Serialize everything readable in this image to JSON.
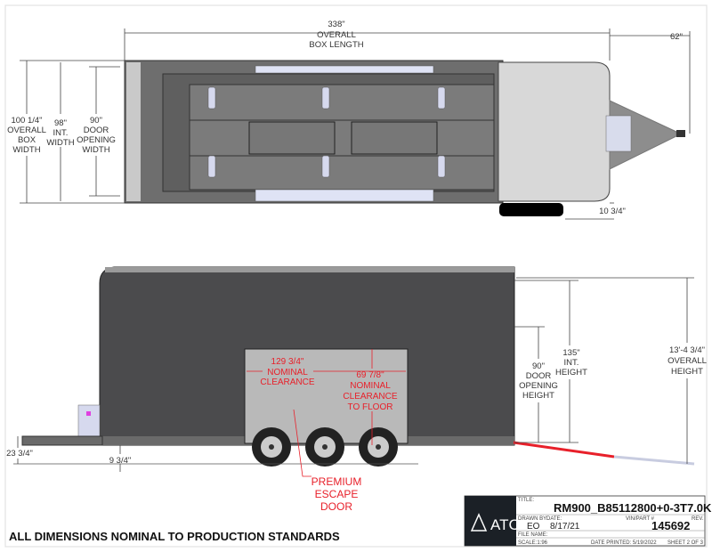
{
  "top_view": {
    "overall_length": [
      "338\"",
      "OVERALL",
      "BOX LENGTH"
    ],
    "tongue_length": "62\"",
    "box_width": [
      "100 1/4\"",
      "OVERALL",
      "BOX",
      "WIDTH"
    ],
    "int_width": [
      "98\"",
      "INT.",
      "WIDTH"
    ],
    "door_width": [
      "90\"",
      "DOOR",
      "OPENING",
      "WIDTH"
    ],
    "fender_offset": "10 3/4\""
  },
  "side_view": {
    "int_height": [
      "135\"",
      "INT.",
      "HEIGHT"
    ],
    "door_height": [
      "90\"",
      "DOOR",
      "OPENING",
      "HEIGHT"
    ],
    "overall_height": [
      "13'-4 3/4\"",
      "OVERALL",
      "HEIGHT"
    ],
    "tongue_height": "23 3/4\"",
    "ground_clearance": "9 3/4\"",
    "escape_clearance": [
      "129 3/4\"",
      "NOMINAL",
      "CLEARANCE"
    ],
    "floor_clearance": [
      "69 7/8\"",
      "NOMINAL",
      "CLEARANCE",
      "TO FLOOR"
    ],
    "escape_door": [
      "PREMIUM",
      "ESCAPE",
      "DOOR"
    ]
  },
  "footer_note": "ALL DIMENSIONS NOMINAL TO PRODUCTION STANDARDS",
  "title_block": {
    "logo_text": "ATC",
    "title_label": "TITLE:",
    "title": "RM900_B85112800+0-3T7.0K",
    "drawn_by_label": "DRAWN BY:",
    "drawn_by": "EO",
    "date_label": "DATE:",
    "date": "8/17/21",
    "vin_label": "VIN/PART #",
    "vin": "145692",
    "rev_label": "REV.",
    "file_name_label": "FILE NAME:",
    "scale": "SCALE:1:96",
    "date_printed": "DATE PRINTED: 5/19/2022",
    "sheet": "SHEET 2 OF 3"
  },
  "colors": {
    "dimension_red": "#e8202a",
    "body_dark": "#4b4b4d",
    "panel_grey": "#8f8f8f"
  }
}
